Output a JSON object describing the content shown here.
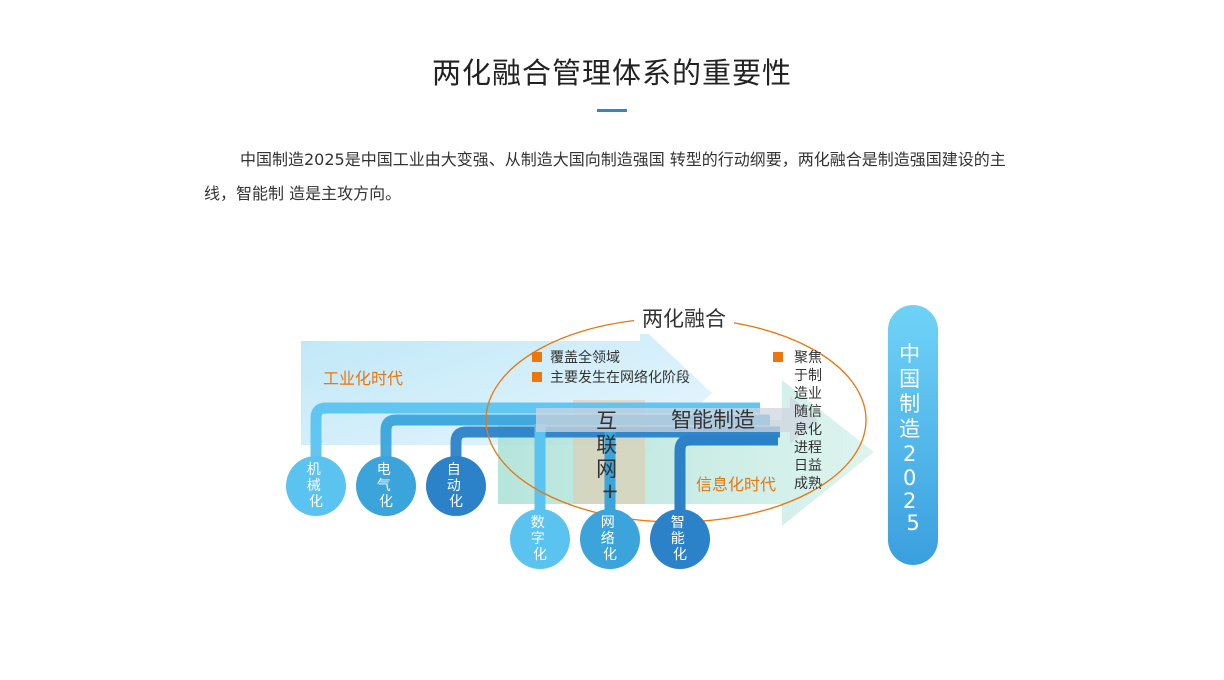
{
  "page": {
    "title": "两化融合管理体系的重要性",
    "intro": "中国制造2025是中国工业由大变强、从制造大国向制造强国 转型的行动纲要，两化融合是制造强国建设的主线，智能制 造是主攻方向。"
  },
  "diagram": {
    "ellipse_title": "两化融合",
    "industrial_era": "工业化时代",
    "info_era": "信息化时代",
    "bullets": [
      "覆盖全领域",
      "主要发生在网络化阶段"
    ],
    "focus_text": [
      "聚焦",
      "于制",
      "造业",
      "随信",
      "息化",
      "进程",
      "日益",
      "成熟"
    ],
    "internet_plus": [
      "互",
      "联",
      "网",
      "+"
    ],
    "smart_manufacturing": "智能制造",
    "stages_top": [
      {
        "label": [
          "机",
          "械",
          "化"
        ],
        "color": "#5bc3f0"
      },
      {
        "label": [
          "电",
          "气",
          "化"
        ],
        "color": "#3aa4db"
      },
      {
        "label": [
          "自",
          "动",
          "化"
        ],
        "color": "#2b82c8"
      }
    ],
    "stages_bottom": [
      {
        "label": [
          "数",
          "字",
          "化"
        ],
        "color": "#5bc3f0"
      },
      {
        "label": [
          "网",
          "络",
          "化"
        ],
        "color": "#3aa4db"
      },
      {
        "label": [
          "智",
          "能",
          "化"
        ],
        "color": "#2b82c8"
      }
    ],
    "china2025": [
      "中",
      "国",
      "制",
      "造",
      "2",
      "0",
      "2",
      "5"
    ],
    "colors": {
      "orange": "#e9760e",
      "light_blue": "#5bc3f0",
      "mid_blue": "#3aa4db",
      "dark_blue": "#2b82c8",
      "teal": "#7ed3c8"
    }
  }
}
